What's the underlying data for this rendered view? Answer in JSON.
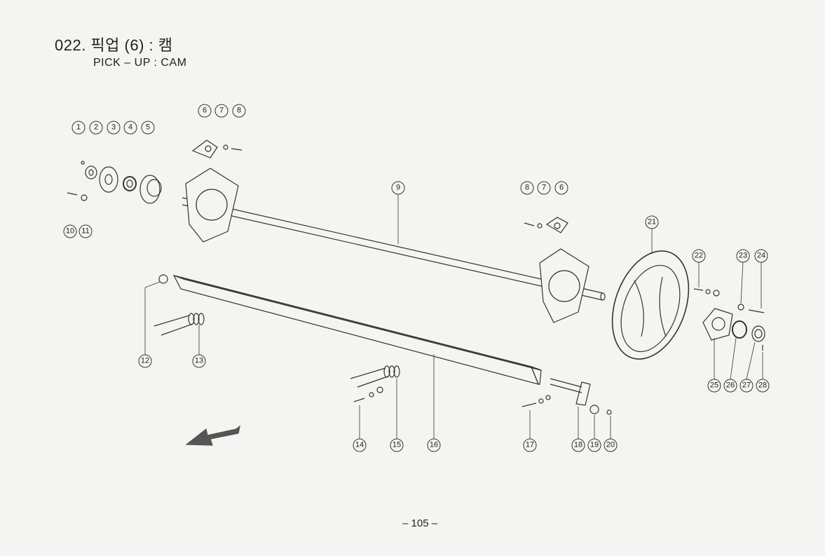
{
  "header": {
    "title": "022. 픽업 (6) : 캠",
    "subtitle": "PICK – UP : CAM"
  },
  "footer": {
    "page_number": "– 105 –"
  },
  "callouts": [
    "1",
    "2",
    "3",
    "4",
    "5",
    "6",
    "7",
    "8",
    "9",
    "8",
    "7",
    "6",
    "10",
    "11",
    "21",
    "22",
    "23",
    "24",
    "12",
    "13",
    "25",
    "26",
    "27",
    "28",
    "14",
    "15",
    "16",
    "17",
    "18",
    "19",
    "20"
  ],
  "colors": {
    "ink": "#333333",
    "paper": "#f4f4f2"
  }
}
